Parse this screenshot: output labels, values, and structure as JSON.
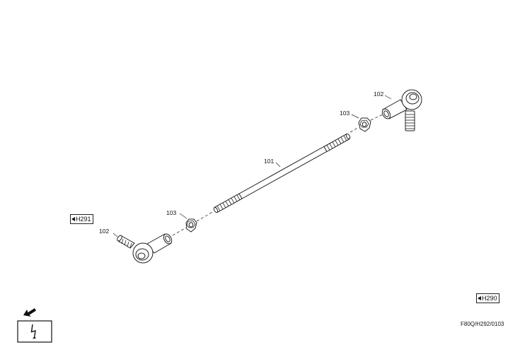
{
  "parts": {
    "rod": "101",
    "ball_joint_right": "102",
    "ball_joint_left": "102",
    "nut_right": "103",
    "nut_left": "103"
  },
  "references": {
    "left": "H291",
    "right": "H290"
  },
  "drawing_code": "F80Q/H292/0103",
  "icons": {
    "nav": "electrical-symbol-icon",
    "arrow": "arrow-down-left-icon"
  },
  "colors": {
    "line": "#222222",
    "background": "#ffffff"
  }
}
